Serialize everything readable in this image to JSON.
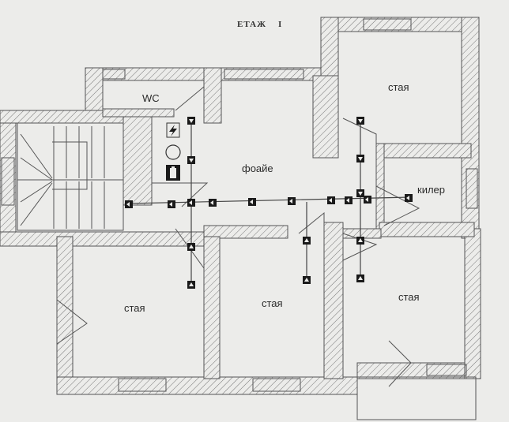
{
  "header": {
    "floor_label": "ЕТАЖ",
    "floor_number": "I"
  },
  "rooms": {
    "wc": "WC",
    "foyer": "фоайе",
    "room_top_right": "стая",
    "pantry": "килер",
    "room_bottom_left": "стая",
    "room_bottom_middle": "стая",
    "room_bottom_right": "стая"
  },
  "icons": {
    "exit_arrow": "evacuation-arrow-icon",
    "electric_panel": "lightning-bolt-icon",
    "alarm": "circle-alarm-icon",
    "extinguisher": "fire-extinguisher-icon"
  },
  "colors": {
    "paper": "#ececea",
    "line": "#555555",
    "sign": "#1a1a1a"
  }
}
